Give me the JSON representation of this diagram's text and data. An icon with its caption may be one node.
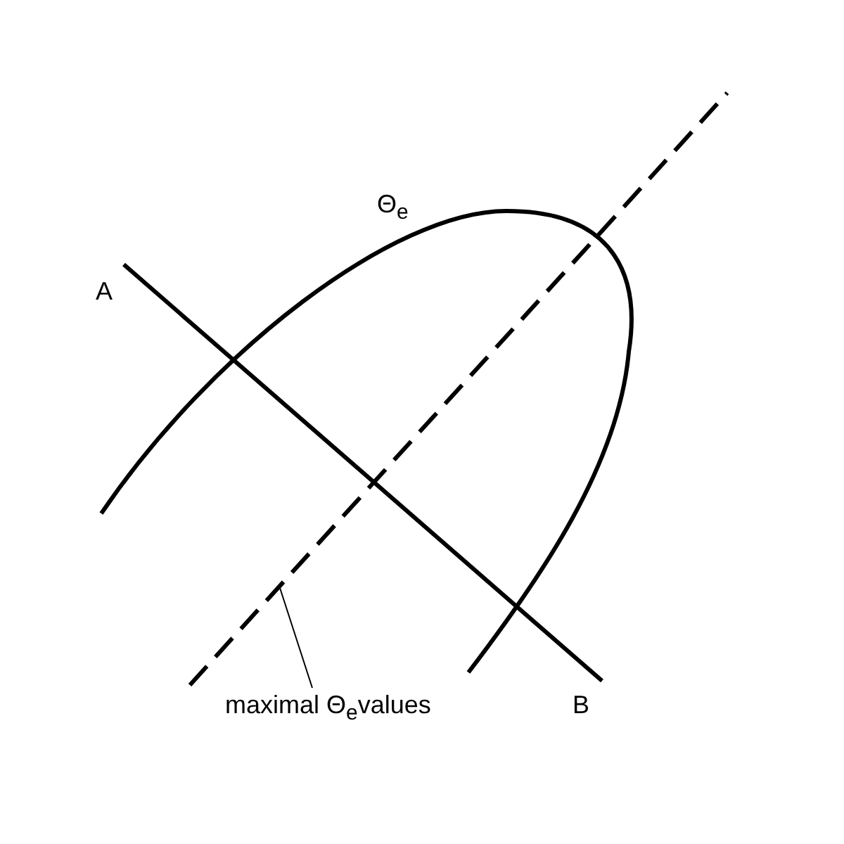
{
  "diagram": {
    "nodes": [
      {
        "text": [
          "maximal Θ$_{e}$values"
        ]
      },
      {
        "text": [],
        "shape": "line"
      }
    ],
    "edges": [
      {
        "from": 0,
        "to": 1,
        "arrow": "none"
      }
    ],
    "labels": [
      "Θ$_{e}$",
      "A",
      "B"
    ]
  }
}
